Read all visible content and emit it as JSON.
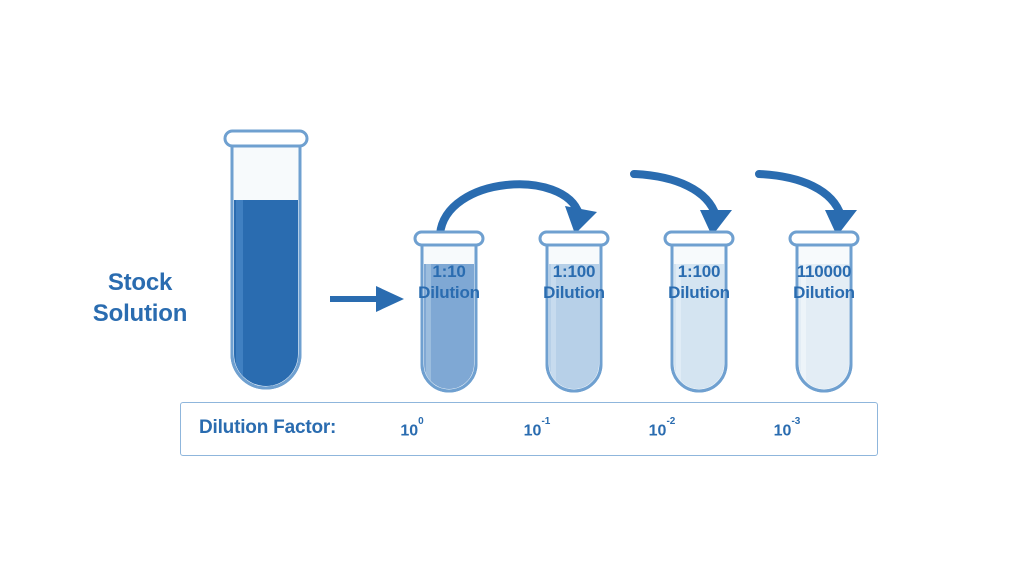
{
  "diagram": {
    "title": "Serial Dilution Diagram",
    "background_color": "#FFFFFF",
    "accent_color": "#2A6CB0",
    "glass_outline_color": "#6FA0D0"
  },
  "stock": {
    "label_line1": "Stock",
    "label_line2": "Solution",
    "fill_color": "#2A6CB0",
    "fill_level_percent": 72
  },
  "tubes": [
    {
      "ratio": "1:10",
      "dilution_word": "Dilution",
      "fill_color": "#7FA8D4",
      "factor": "10",
      "exponent": "0"
    },
    {
      "ratio": "1:100",
      "dilution_word": "Dilution",
      "fill_color": "#B7D0E8",
      "factor": "10",
      "exponent": "-1"
    },
    {
      "ratio": "1:100",
      "dilution_word": "Dilution",
      "fill_color": "#D4E4F1",
      "factor": "10",
      "exponent": "-2"
    },
    {
      "ratio": "110000",
      "dilution_word": "Dilution",
      "fill_color": "#E3EDF5",
      "factor": "10",
      "exponent": "-3"
    }
  ],
  "factor_panel": {
    "title": "Dilution Factor:",
    "border_color": "#8FB6DC"
  },
  "arrows": {
    "transfer_arrow_name": "stock-transfer-arrow",
    "step_arrow_name": "dilution-step-arrow",
    "color": "#2A6CB0"
  },
  "chart_data": {
    "type": "diagram",
    "title": "Serial Dilution Diagram",
    "categories": [
      "1:10",
      "1:100",
      "1:100",
      "110000"
    ],
    "dilution_factors": [
      "10^0",
      "10^-1",
      "10^-2",
      "10^-3"
    ],
    "concentration_shades": [
      "#7FA8D4",
      "#B7D0E8",
      "#D4E4F1",
      "#E3EDF5"
    ],
    "source_label": "Stock Solution",
    "source_color": "#2A6CB0"
  }
}
